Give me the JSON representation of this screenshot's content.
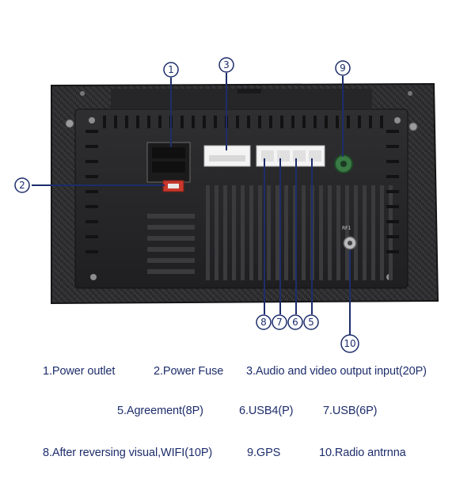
{
  "callouts": {
    "c1": "1",
    "c2": "2",
    "c3": "3",
    "c9": "9",
    "c8": "8",
    "c7": "7",
    "c6": "6",
    "c5": "5",
    "c10": "10"
  },
  "device_label": "RF1",
  "legend": {
    "item1": "1.Power outlet",
    "item2": "2.Power Fuse",
    "item3": "3.Audio and video output input(20P)",
    "item5": "5.Agreement(8P)",
    "item6": "6.USB4(P)",
    "item7": "7.USB(6P)",
    "item8": "8.After reversing visual,WIFI(10P)",
    "item9": "9.GPS",
    "item10": "10.Radio antrnna"
  },
  "colors": {
    "navy": "#1d2d6b",
    "chassis": "#2b2b2d",
    "fuse": "#c8382c",
    "gps": "#3a7a45"
  }
}
